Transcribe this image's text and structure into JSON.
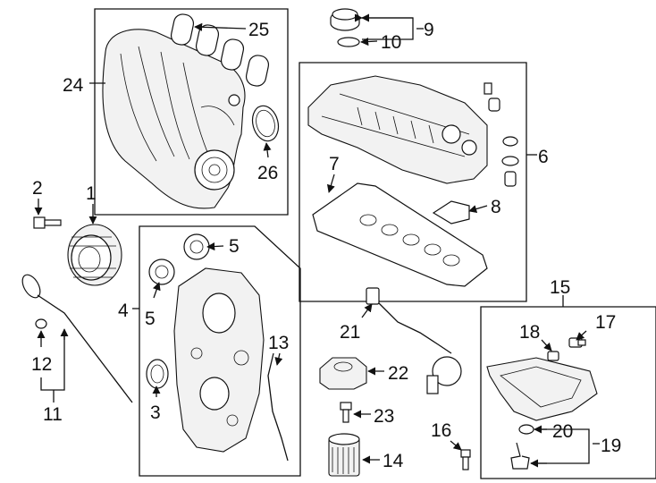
{
  "diagram": {
    "callouts": [
      "1",
      "2",
      "3",
      "4",
      "5",
      "5",
      "6",
      "7",
      "8",
      "9",
      "10",
      "11",
      "12",
      "13",
      "14",
      "15",
      "16",
      "17",
      "18",
      "19",
      "20",
      "21",
      "22",
      "23",
      "24",
      "25",
      "26"
    ]
  }
}
